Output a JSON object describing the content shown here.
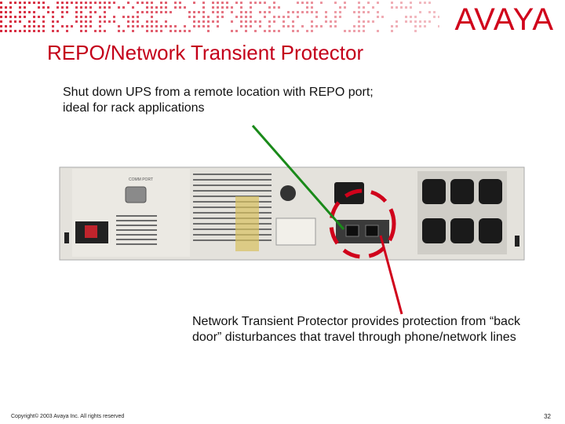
{
  "header": {
    "logo_text": "AVAYA",
    "brand_color": "#d0021b",
    "pattern_color": "#d0021b"
  },
  "slide": {
    "title": "REPO/Network Transient Protector",
    "top_note": "Shut down UPS from a remote location with REPO port; ideal for rack applications",
    "bottom_note": "Network Transient Protector provides protection from “back door” disturbances that travel through phone/network lines"
  },
  "photo": {
    "subject": "UPS rear panel",
    "port_label": "COMM PORT",
    "highlight_color": "#d0021b",
    "arrow_top_color": "#1a8a1a",
    "arrow_bottom_color": "#d0021b"
  },
  "footer": {
    "copyright": "Copyright© 2003 Avaya Inc. All rights reserved",
    "page_number": "32"
  }
}
